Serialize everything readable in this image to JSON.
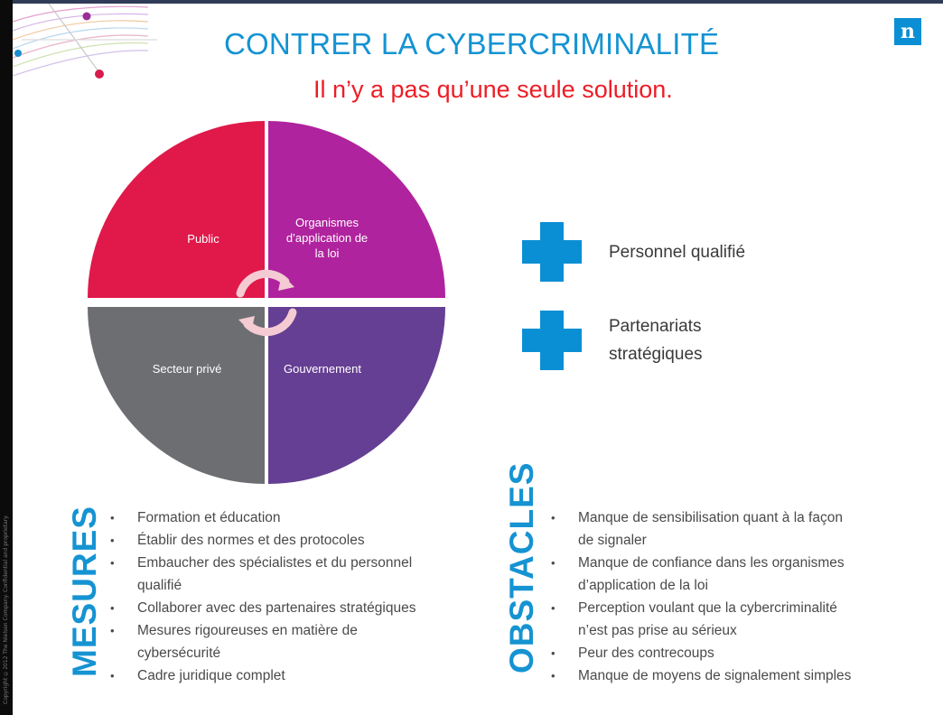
{
  "slide": {
    "title": "CONTRER LA CYBERCRIMINALITÉ",
    "subtitle": "Il n’y a pas qu’une seule solution.",
    "logo_letter": "n",
    "copyright": "Copyright ©2012 The Nielsen Company. Confidential and proprietary."
  },
  "diagram": {
    "quadrants": [
      {
        "id": "public",
        "label": "Public",
        "color": "#e0194a"
      },
      {
        "id": "law",
        "label": "Organismes d’application de la loi",
        "label_lines": [
          "Organismes",
          "d’application de",
          "la loi"
        ],
        "color": "#b0239e"
      },
      {
        "id": "private",
        "label": "Secteur privé",
        "color": "#6d6e71"
      },
      {
        "id": "government",
        "label": "Gouvernement",
        "color": "#653f93"
      }
    ],
    "cycle_arrows": "circular-arrows-icon"
  },
  "additions": [
    {
      "icon": "plus-icon",
      "label": "Personnel qualifié",
      "label_lines": [
        "Personnel qualifié"
      ]
    },
    {
      "icon": "plus-icon",
      "label": "Partenariats stratégiques",
      "label_lines": [
        "Partenariats",
        "stratégiques"
      ]
    }
  ],
  "mesures": {
    "heading": "MESURES",
    "items": [
      {
        "lines": [
          "Formation et éducation"
        ]
      },
      {
        "lines": [
          "Établir des normes et des protocoles"
        ]
      },
      {
        "lines": [
          "Embaucher des spécialistes et du personnel",
          "qualifié"
        ]
      },
      {
        "lines": [
          "Collaborer avec des partenaires  stratégiques"
        ]
      },
      {
        "lines": [
          "Mesures rigoureuses  en matière de",
          "cybersécurité"
        ]
      },
      {
        "lines": [
          "Cadre juridique  complet"
        ]
      }
    ]
  },
  "obstacles": {
    "heading": "OBSTACLES",
    "items": [
      {
        "lines": [
          "Manque de sensibilisation quant à la façon",
          "de signaler"
        ]
      },
      {
        "lines": [
          "Manque de confiance dans les organismes",
          "d’application de la loi"
        ]
      },
      {
        "lines": [
          "Perception voulant que la cybercriminalité",
          "n’est pas prise au sérieux"
        ]
      },
      {
        "lines": [
          "Peur des contrecoups"
        ]
      },
      {
        "lines": [
          "Manque  de moyens de signalement simples"
        ]
      }
    ]
  },
  "colors": {
    "accent_blue": "#1593d2",
    "subtitle_red": "#ee1c25",
    "plus_blue": "#0b8fd4"
  }
}
